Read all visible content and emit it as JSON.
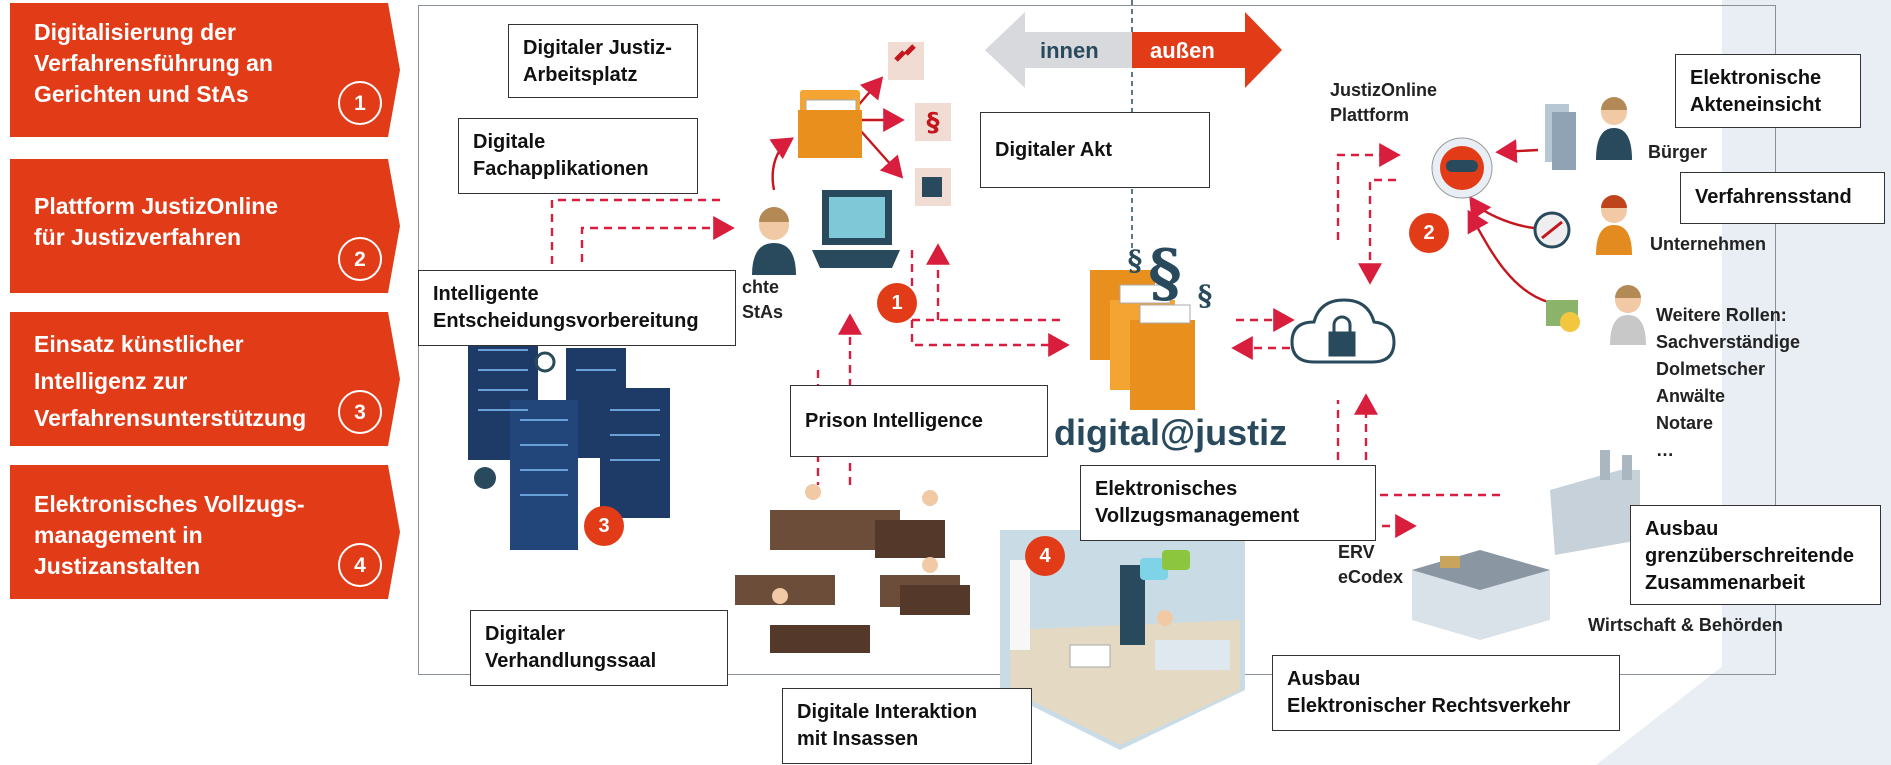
{
  "tabs": [
    {
      "label": "Digitalisierung der\nVerfahrensführung an\nGerichten und StAs",
      "number": "1"
    },
    {
      "label": "Plattform JustizOnline\nfür Justizverfahren",
      "number": "2"
    },
    {
      "label": "Einsatz künstlicher\nIntelligenz zur\nVerfahrensunterstützung",
      "number": "3"
    },
    {
      "label": "Elektronisches Vollzugs-\nmanagement in\nJustizanstalten",
      "number": "4"
    }
  ],
  "direction": {
    "inner": "innen",
    "outer": "außen"
  },
  "callouts": {
    "arbeitsplatz": "Digitaler Justiz-\nArbeitsplatz",
    "fachapplikationen": "Digitale\nFachapplikationen",
    "akt": "Digitaler Akt",
    "entscheidung": "Intelligente\nEntscheidungsvorbereitung",
    "prison": "Prison Intelligence",
    "vollzug": "Elektronisches\nVollzugsmanagement",
    "verhandlungssaal": "Digitaler\nVerhandlungssaal",
    "interaktion": "Digitale Interaktion\nmit Insassen",
    "akteneinsicht": "Elektronische\nAkteneinsicht",
    "verfahrensstand": "Verfahrensstand",
    "grenz": "Ausbau\ngrenzüberschreitende\nZusammenarbeit",
    "erv": "Ausbau\nElektronischer Rechtsverkehr"
  },
  "labels": {
    "platform": "JustizOnline\nPlattform",
    "buerger": "Bürger",
    "unternehmen": "Unternehmen",
    "weitere": "Weitere Rollen:\nSachverständige\nDolmetscher\nAnwälte\nNotare\n…",
    "gerichte": "chte\nStAs",
    "erv_codex": "ERV\neCodex",
    "wirtschaft": "Wirtschaft & Behörden",
    "brand": "digital@justiz"
  },
  "badges": [
    "1",
    "2",
    "3",
    "4"
  ],
  "colors": {
    "accent": "#e23b18",
    "dashed": "#d81e3c",
    "brand": "#294a5c",
    "panel": "#e8eef3"
  }
}
